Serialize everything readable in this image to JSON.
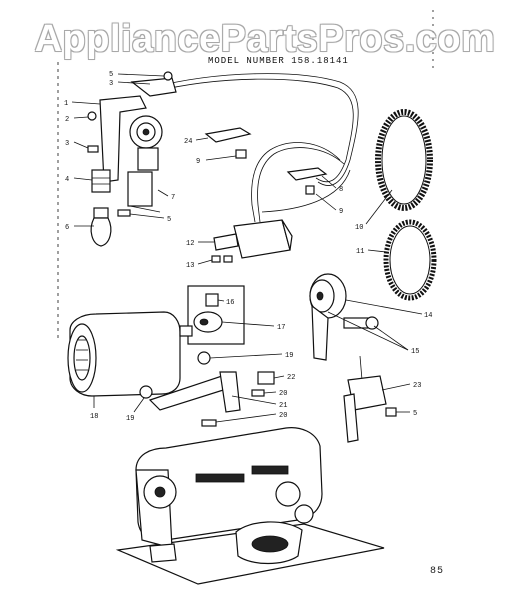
{
  "watermark": "AppliancePartsPros.com",
  "model_heading": "MODEL NUMBER 158.18141",
  "page_code": "85",
  "callouts": [
    {
      "key": "c5a",
      "label": "5"
    },
    {
      "key": "c3a",
      "label": "3"
    },
    {
      "key": "c1",
      "label": "1"
    },
    {
      "key": "c2",
      "label": "2"
    },
    {
      "key": "c3b",
      "label": "3"
    },
    {
      "key": "c4",
      "label": "4"
    },
    {
      "key": "c6",
      "label": "6"
    },
    {
      "key": "c7",
      "label": "7"
    },
    {
      "key": "c5b",
      "label": "5"
    },
    {
      "key": "c24",
      "label": "24"
    },
    {
      "key": "c9a",
      "label": "9"
    },
    {
      "key": "c8",
      "label": "8"
    },
    {
      "key": "c9b",
      "label": "9"
    },
    {
      "key": "c10",
      "label": "10"
    },
    {
      "key": "c11",
      "label": "11"
    },
    {
      "key": "c12",
      "label": "12"
    },
    {
      "key": "c13",
      "label": "13"
    },
    {
      "key": "c16",
      "label": "16"
    },
    {
      "key": "c17",
      "label": "17"
    },
    {
      "key": "c19a",
      "label": "19"
    },
    {
      "key": "c14",
      "label": "14"
    },
    {
      "key": "c15",
      "label": "15"
    },
    {
      "key": "c22",
      "label": "22"
    },
    {
      "key": "c20a",
      "label": "20"
    },
    {
      "key": "c21",
      "label": "21"
    },
    {
      "key": "c20b",
      "label": "20"
    },
    {
      "key": "c23",
      "label": "23"
    },
    {
      "key": "c5c",
      "label": "5"
    },
    {
      "key": "c18",
      "label": "18"
    },
    {
      "key": "c19b",
      "label": "19"
    }
  ]
}
